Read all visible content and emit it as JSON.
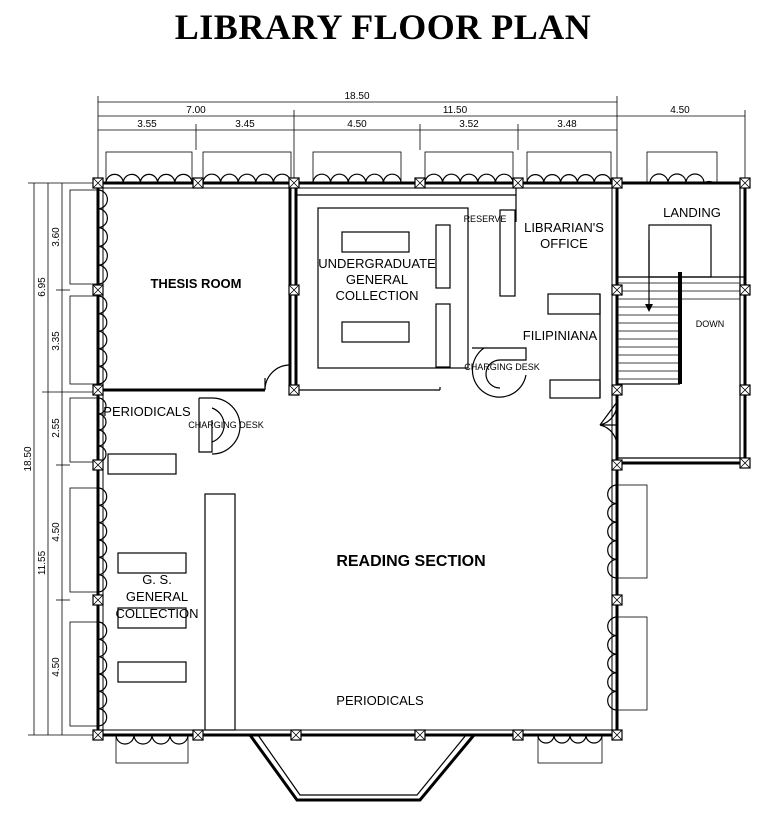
{
  "title": "LIBRARY FLOOR PLAN",
  "dimensions": {
    "top": {
      "overall": "18.50",
      "left_block": "7.00",
      "right_block": "11.50",
      "stair": "4.50",
      "segments": [
        "3.55",
        "3.45",
        "4.50",
        "3.52",
        "3.48"
      ]
    },
    "left": {
      "overall": "18.50",
      "upper": "6.95",
      "lower": "11.55",
      "segments": [
        "3.60",
        "3.35",
        "2.55",
        "4.50",
        "4.50"
      ]
    }
  },
  "rooms": {
    "thesis_room": "THESIS ROOM",
    "undergrad_line1": "UNDERGRADUATE",
    "undergrad_line2": "GENERAL",
    "undergrad_line3": "COLLECTION",
    "reserve": "RESERVE",
    "librarian_line1": "LIBRARIAN'S",
    "librarian_line2": "OFFICE",
    "filipiniana": "FILIPINIANA",
    "charging_desk_upper": "CHARGING DESK",
    "landing": "LANDING",
    "down": "DOWN",
    "periodicals_left": "PERIODICALS",
    "charging_desk_lower": "CHARGING DESK",
    "reading_section": "READING SECTION",
    "gs_line1": "G. S.",
    "gs_line2": "GENERAL",
    "gs_line3": "COLLECTION",
    "periodicals_bottom": "PERIODICALS"
  }
}
